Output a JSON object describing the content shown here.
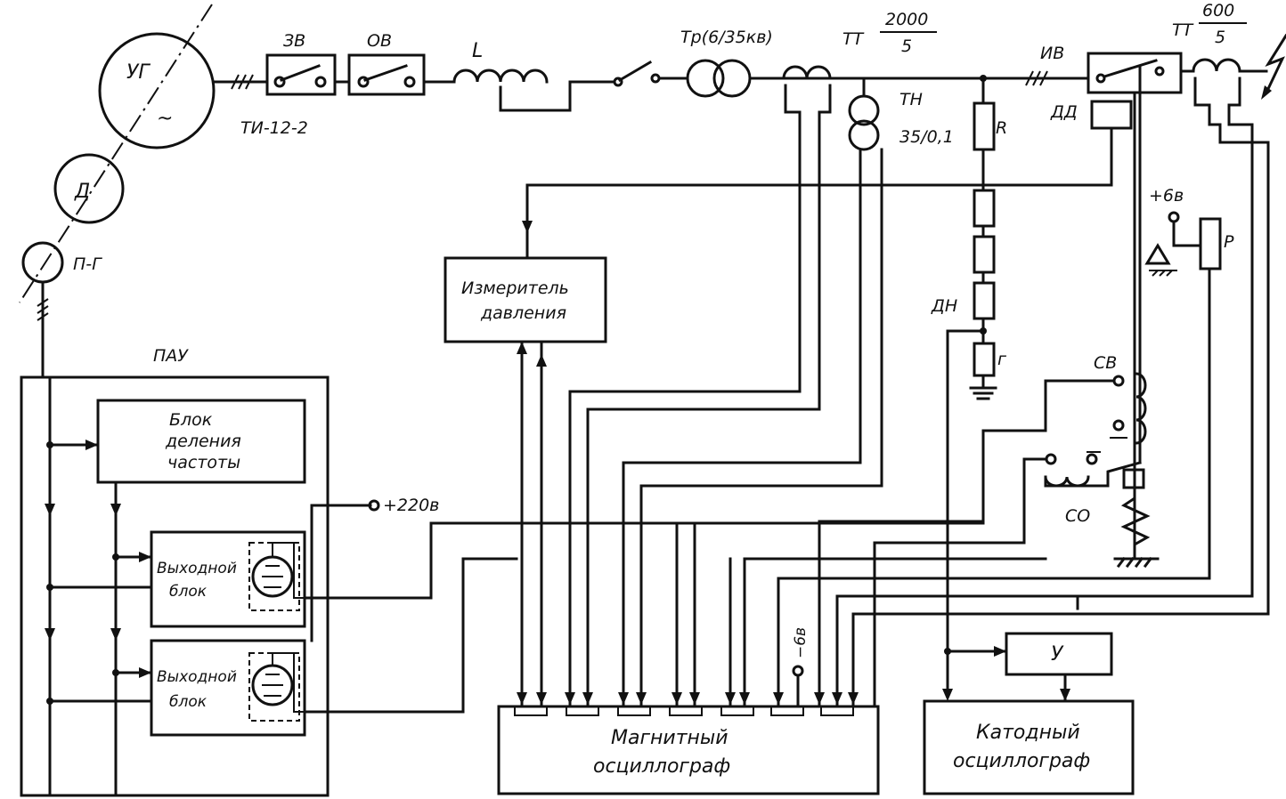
{
  "labels": {
    "generator": "УГ",
    "motor": "Д",
    "pilot_gen": "П-Г",
    "breaker_3v": "ЗВ",
    "breaker_ov": "ОВ",
    "reactor": "L",
    "transformer": "Тр(6/35кв)",
    "ct1_name": "ТТ",
    "ct1_num": "2000",
    "ct1_den": "5",
    "vt_name": "ТН",
    "vt_ratio": "35/0,1",
    "cable": "ТИ-12-2",
    "test_breaker": "ИВ",
    "ct2_name": "ТТ",
    "ct2_num": "600",
    "ct2_den": "5",
    "pressure_sensor": "ДД",
    "resistor": "R",
    "plus6": "+6в",
    "relay": "Р",
    "divider": "ДН",
    "r_small": "г",
    "cv": "СВ",
    "co": "СО",
    "pau": "ПАУ",
    "freq_div": [
      "Блок",
      "деления",
      "частоты"
    ],
    "out1": [
      "Выходной",
      "блок"
    ],
    "out2": [
      "Выходной",
      "блок"
    ],
    "plus220": "+220в",
    "minus6": "−6в",
    "pressure_meter": [
      "Измеритель",
      "давления"
    ],
    "mag_osc": [
      "Магнитный",
      "осциллограф"
    ],
    "amp": "У",
    "cath_osc": [
      "Катодный",
      "осциллограф"
    ]
  }
}
